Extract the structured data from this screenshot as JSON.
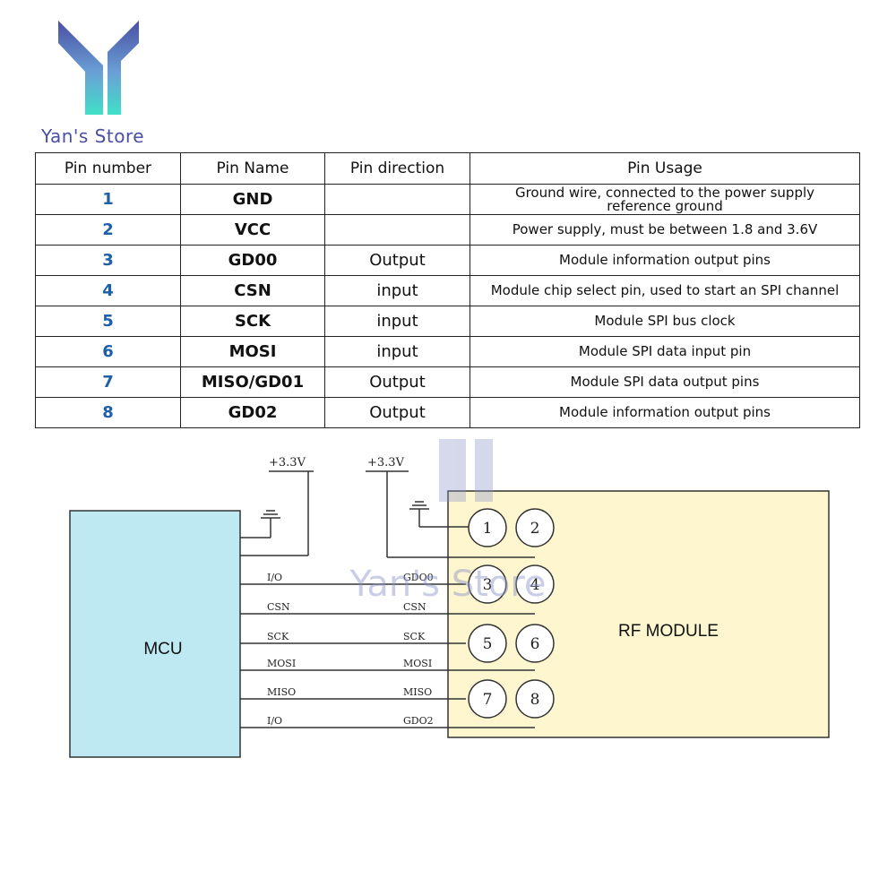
{
  "brand": {
    "name": "Yan's Store",
    "colors": {
      "primary": "#4a4fa3",
      "accent": "#3fd8c8"
    }
  },
  "table": {
    "headers": [
      "Pin number",
      "Pin Name",
      "Pin direction",
      "Pin Usage"
    ],
    "rows": [
      {
        "num": "1",
        "name": "GND",
        "dir": "",
        "usage": "Ground wire, connected to the power supply reference ground"
      },
      {
        "num": "2",
        "name": "VCC",
        "dir": "",
        "usage": "Power supply, must be between 1.8 and 3.6V"
      },
      {
        "num": "3",
        "name": "GD00",
        "dir": "Output",
        "usage": "Module information output pins"
      },
      {
        "num": "4",
        "name": "CSN",
        "dir": "input",
        "usage": "Module chip select pin, used to start an SPI channel"
      },
      {
        "num": "5",
        "name": "SCK",
        "dir": "input",
        "usage": "Module SPI bus clock"
      },
      {
        "num": "6",
        "name": "MOSI",
        "dir": "input",
        "usage": "Module SPI data input pin"
      },
      {
        "num": "7",
        "name": "MISO/GD01",
        "dir": "Output",
        "usage": "Module SPI data output pins"
      },
      {
        "num": "8",
        "name": "GD02",
        "dir": "Output",
        "usage": "Module information output pins"
      }
    ]
  },
  "diagram": {
    "mcu_label": "MCU",
    "rf_label": "RF MODULE",
    "vcc_label": "+3.3V",
    "mcu_pins": [
      "I/O",
      "CSN",
      "SCK",
      "MOSI",
      "MISO",
      "I/O"
    ],
    "rf_pins": [
      "GDO0",
      "CSN",
      "SCK",
      "MOSI",
      "MISO",
      "GDO2"
    ],
    "pin_numbers": [
      "1",
      "2",
      "3",
      "4",
      "5",
      "6",
      "7",
      "8"
    ],
    "colors": {
      "mcu_fill": "#bfe9f2",
      "rf_fill": "#fdf6cf",
      "line": "#333333"
    }
  }
}
